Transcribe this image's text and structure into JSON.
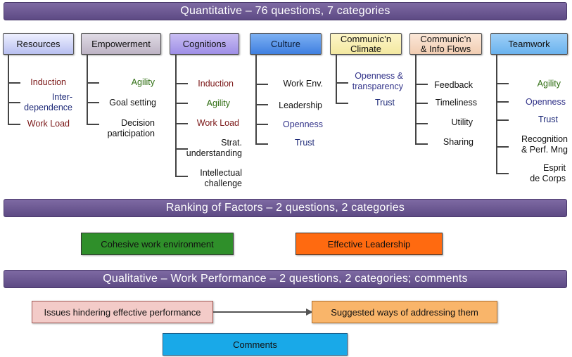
{
  "banners": {
    "quantitative": "Quantitative – 76 questions, 7 categories",
    "ranking": "Ranking of Factors – 2 questions, 2 categories",
    "qualitative": "Qualitative – Work Performance – 2 questions, 2 categories; comments"
  },
  "categories": [
    {
      "label": "Resources",
      "items": [
        "Induction",
        "Inter-\ndependence",
        "Work Load"
      ]
    },
    {
      "label": "Empowerment",
      "items": [
        "Agility",
        "Goal setting",
        "Decision\nparticipation"
      ]
    },
    {
      "label": "Cognitions",
      "items": [
        "Induction",
        "Agility",
        "Work Load",
        "Strat.\nunderstanding",
        "Intellectual\nchallenge"
      ]
    },
    {
      "label": "Culture",
      "items": [
        "Work Env.",
        "Leadership",
        "Openness",
        "Trust"
      ]
    },
    {
      "label": "Communic’n\nClimate",
      "items": [
        "Openness &\ntransparency",
        "Trust"
      ]
    },
    {
      "label": "Communic’n\n& Info Flows",
      "items": [
        "Feedback",
        "Timeliness",
        "Utility",
        "Sharing"
      ]
    },
    {
      "label": "Teamwork",
      "items": [
        "Agility",
        "Openness",
        "Trust",
        "Recognition\n& Perf. Mng",
        "Esprit\nde Corps"
      ]
    }
  ],
  "ranking_factors": {
    "left": "Cohesive work environment",
    "right": "Effective Leadership"
  },
  "qualitative_boxes": {
    "issues": "Issues hindering effective performance",
    "suggested": "Suggested ways of addressing them",
    "comments": "Comments"
  },
  "colors": {
    "banner": "#6b5894",
    "factor_left": "#2e8b2e",
    "factor_right": "#ff6a10",
    "issues": "#f2c6c4",
    "suggested": "#f8b86a",
    "comments": "#19a9e8"
  }
}
